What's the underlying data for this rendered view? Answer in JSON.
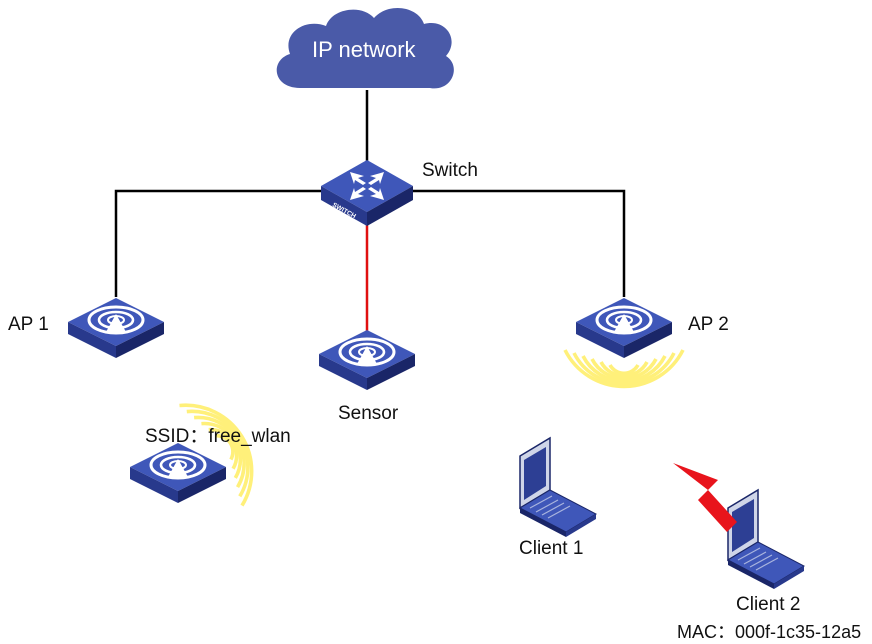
{
  "labels": {
    "cloud": "IP network",
    "switch": "Switch",
    "switch_face": "SWITCH",
    "ap1": "AP 1",
    "sensor": "Sensor",
    "ap2": "AP 2",
    "ssid": "SSID：free_wlan",
    "client1": "Client 1",
    "client2": "Client 2",
    "mac": "MAC：000f-1c35-12a5"
  },
  "colors": {
    "cloud": "#4a5aa8",
    "device_top": "#3f57b9",
    "device_front": "#28398c",
    "device_side": "#1a2668",
    "link": "#000000",
    "sensor_link": "#e01010",
    "wifi_wave": "#fff07a",
    "arrow": "#e8141c",
    "laptop_screen": "#2d3f94"
  },
  "icons": {
    "cloud": "cloud-icon",
    "switch": "switch-icon",
    "access_point": "access-point-icon",
    "laptop": "laptop-icon",
    "signal": "wifi-waves-icon",
    "attack": "arrow-icon"
  }
}
